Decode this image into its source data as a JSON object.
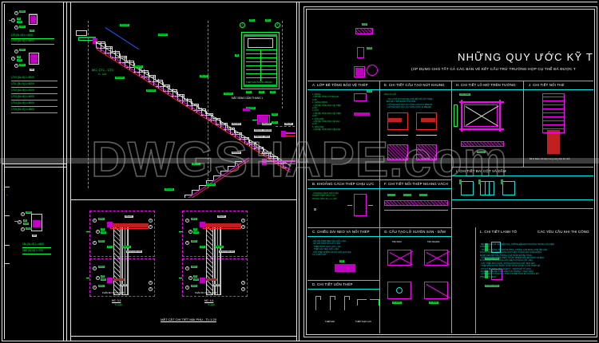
{
  "document": {
    "type": "autocad-drawing",
    "background_color": "#000000",
    "watermark": "DWGSHAPE.com"
  },
  "right_panel": {
    "title": "NHỮNG QUY ƯỚC KỸ THUẬT CHU",
    "subtitle": "(ÁP DỤNG CHO TẤT CẢ CÁC BẢN VẼ KẾT CẤU TRỪ TRƯỜNG HỢP CỤ THỂ ĐÃ ĐƯỢC T",
    "sections": [
      {
        "id": "A",
        "title": "A. LỚP BÊ TÔNG BẢO VỆ THÉP"
      },
      {
        "id": "B",
        "title": "B. KHOẢNG CÁCH THÉP CHỊU LỰC"
      },
      {
        "id": "C",
        "title": "C. CHIỀU DÀI NEO VÀ NỐI THÉP"
      },
      {
        "id": "D",
        "title": "D. CHI TIẾT UỐN THÉP"
      },
      {
        "id": "E",
        "title": "E. CHI TIẾT CẤU TẠO NÚT KHUNG"
      },
      {
        "id": "F",
        "title": "F. CHI TIẾT NỐI THÉP NGANG VÁCH"
      },
      {
        "id": "G",
        "title": "G. CẤU TẠO LỖ XUYÊN SÀN - DẦM"
      },
      {
        "id": "H",
        "title": "H. CHI TIẾT LỖ MỞ TRÊN TƯỜNG"
      },
      {
        "id": "I",
        "title": "I. CHI TIẾT ĐAI CỘT VÀ DẦM"
      },
      {
        "id": "J",
        "title": "J. CHI TIẾT NỐI THÉ"
      },
      {
        "id": "L",
        "title": "L. CHI TIẾT LANH TÔ"
      },
      {
        "id": "M",
        "title": "CÁC YÊU CẦU KHI THI CÔNG"
      }
    ],
    "section_a_items": [
      "1. MÓNG",
      "- LỚP BÊ TÔNG LÓT ĐÁ 4x6 M100",
      "    a=50",
      "2. CỘT",
      "- LỚP BÊ TÔNG BẢO VỆ THÉP ĐAI",
      "    a=25",
      "3. CỘT",
      "- LỚP BÊ TÔNG BẢO VỆ THÉP ĐAI",
      "    a=25",
      "4. DẦM SÀN",
      "- LỚP BÊ TÔNG BẢO VỆ THÉP SÀN",
      "    a=15",
      "5. DẦM SÀN",
      "- LỚP BÊ TÔNG BẢO VỆ THÉP DẦM"
    ],
    "section_c_items": [
      "- ĐỘ DÀI THÉP NEO VÀO GỐI ≥ 30d",
      "- ĐỘ DÀI THÉP NỐI LẤY ≥ 30d",
      "- THÉP TRƠN: NEO, NỐI ≥ 30d",
      "- THÉP GAI: NEO, NỐI ≥ 30d",
      "- NỐI THÉP KHÔNG ĐƯỢC NỐI QUÁ 50% TẠI 1 MẶT CẮT"
    ],
    "section_d_labels": [
      "THÉP ĐAI",
      "THÉP CHỊU LỰC"
    ],
    "section_e_note": "DẦM VÀ CỘT",
    "section_g_labels": [
      "TRỤ DỌC",
      "TRỤ NGANG",
      "LỖ Ø100",
      "LỖ Ø200"
    ],
    "section_l_labels": [
      "TƯỜNG Ø100",
      "TƯỜNG Ø200"
    ],
    "construction_notes": [
      "- BÊ TÔNG ĐƯỢC ĐỔ LIÊN TỤC, KHÔNG ĐỂ MẠCH NGỪNG TRONG CẤU KIỆN CHỊU LỰC.",
      "- THI CÔNG ĐÚNG TỐC ĐỘ DƯỠNG, KHÔNG LÀM RUNG CHUYỂN VÁN KHUÔN KHI BÊ TÔNG ĐANG NINH KẾT.",
      "- KHÔNG DÙNG NƯỚC BIỂN, NƯỚC NHIỄM MẶN ĐỂ TRỘN VÀ BẢO DƯỠNG BÊ TÔNG.",
      "- CỐT THÉP PHẢI SẠCH, KHÔNG DÍNH DẦU MỠ, BÙN ĐẤT.",
      "- THÉP PHẢI ĐƯỢC BUỘC CHẮC CHẮN, ĐÚNG VỊ TRÍ THIẾT KẾ.",
      "- KHI ĐỔ BÊ TÔNG PHẢI ĐẦM KỸ, TRÁNH RỖ TỔ ONG.",
      "- BẢO DƯỠNG BÊ TÔNG LIÊN TỤC TRONG 7 NGÀY ĐẦU.",
      "- VÁN KHUÔN CHỈ ĐƯỢC THÁO KHI BÊ TÔNG ĐỦ CƯỜNG ĐỘ."
    ]
  },
  "middle_panel": {
    "stair_section_label": "MC: CT1 - CT1",
    "stair_section_scale": "TL : 1/20",
    "plan_label": "MẶT BẰNG DẦM THANG 1",
    "detail_titles": [
      "MC: 3-3",
      "MC: 4-4"
    ],
    "detail_scale": "TL:1/20",
    "detail_zone_labels": [
      "PHẦN DIỆN MÁI",
      "PHẦN BO XUNG THÉP"
    ],
    "bottom_title": "MẶT CẮT CHI TIẾT MÁI PHỤ - TL:1:20"
  },
  "left_panel": {
    "beam_schedule_top": [
      "LT9 (5L=5) L=4100",
      "LT10 (5L=5) L=4600"
    ],
    "beam_schedule_mid": [
      "LT10 (5L=5) L=5200",
      "LT11 (5L=5) L=4200",
      "LT12 (5L=5) L=4100",
      "LT13 (5L=5) L=4000",
      "LT14 (5L=5) L=5000",
      "LT15 (5L=5) L=4500"
    ],
    "beam_schedule_bottom": [
      "15c (5L=5) L=4400",
      "16Ø (5L=5) L=700"
    ],
    "bar_marks": [
      "1",
      "2",
      "3",
      "4"
    ],
    "bar_tags": [
      "2Ø16",
      "Ø8",
      "a200",
      "2Ø16",
      "2Ø16",
      "Ø8",
      "a150",
      "2Ø16"
    ],
    "dim_labels": [
      "200",
      "200",
      "300"
    ]
  },
  "colors": {
    "background": "#000000",
    "cyan": "#00e5e5",
    "green": "#00ff40",
    "magenta": "#ff00ff",
    "red": "#ff2020",
    "white": "#d8d8d8",
    "blue": "#3050ff",
    "yellow": "#d8d800"
  }
}
